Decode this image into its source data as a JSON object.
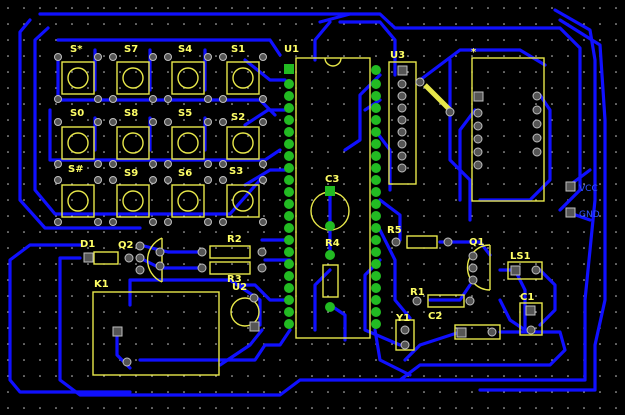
{
  "labels": {
    "s_star": "S*",
    "s7": "S7",
    "s4": "S4",
    "s1": "S1",
    "s0": "S0",
    "s8": "S8",
    "s5": "S5",
    "s2": "S2",
    "s_hash": "S#",
    "s9": "S9",
    "s6": "S6",
    "s3": "S3",
    "u1": "U1",
    "u3": "U3",
    "star_conn": "*",
    "c3": "C3",
    "r4": "R4",
    "r5": "R5",
    "q1": "Q1",
    "ls1": "LS1",
    "d1": "D1",
    "q2": "Q2",
    "r2": "R2",
    "r3": "R3",
    "u2": "U2",
    "k1": "K1",
    "r1": "R1",
    "c2": "C2",
    "y1": "Y1",
    "c1": "C1"
  },
  "power": {
    "vcc": "VCC",
    "gnd": "GND"
  },
  "colors": {
    "background": "#000000",
    "copper": "#1010ff",
    "silkscreen": "#ffff66",
    "pad": "#22bb22"
  }
}
